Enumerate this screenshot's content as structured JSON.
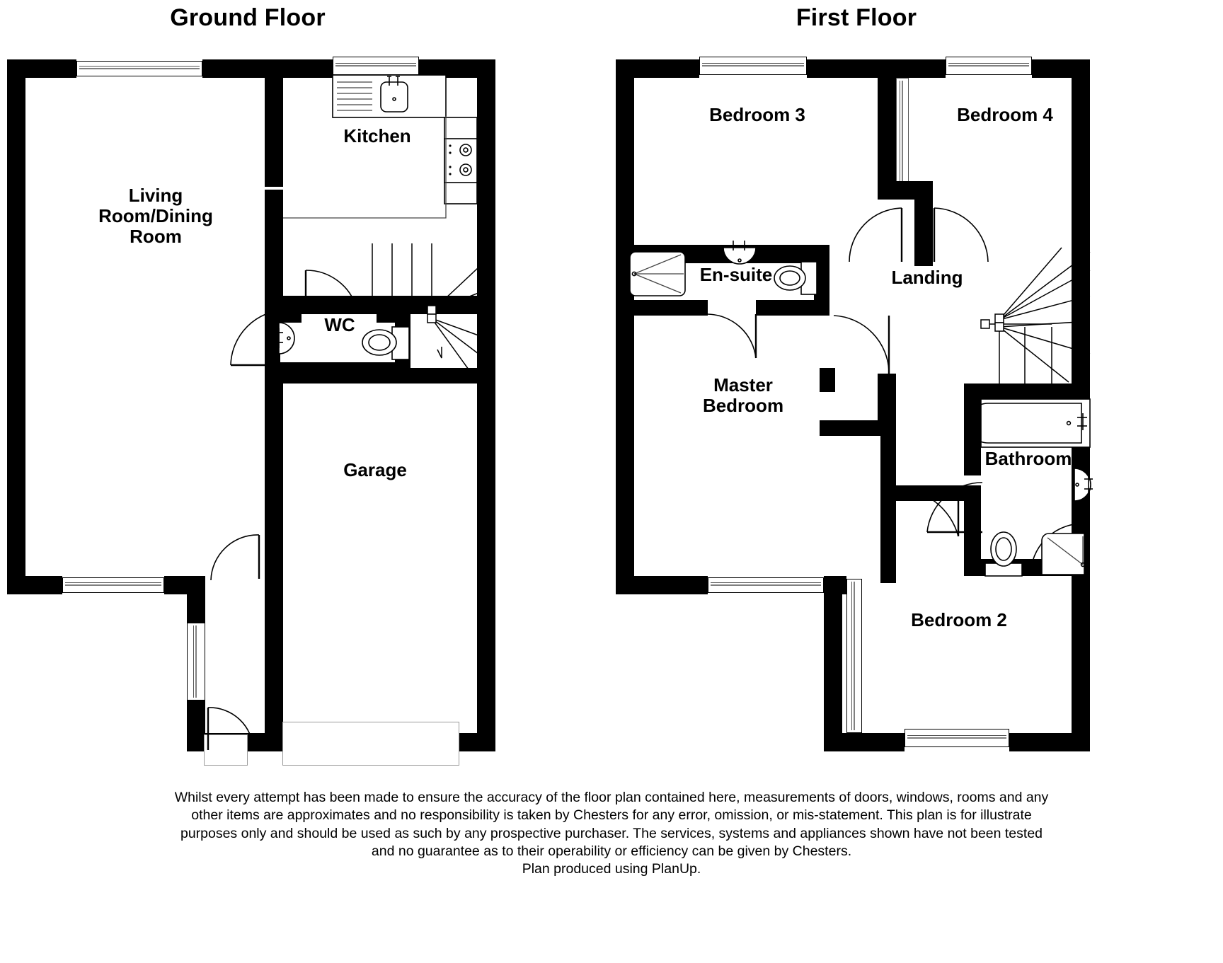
{
  "plan": {
    "ground_floor_title": "Ground Floor",
    "first_floor_title": "First Floor"
  },
  "ground_floor": {
    "rooms": [
      {
        "key": "living",
        "label": "Living\nRoom/Dining\nRoom"
      },
      {
        "key": "kitchen",
        "label": "Kitchen"
      },
      {
        "key": "wc",
        "label": "WC"
      },
      {
        "key": "garage",
        "label": "Garage"
      }
    ],
    "fixtures": [
      {
        "key": "kitchen-sink",
        "name": "sink-icon"
      },
      {
        "key": "kitchen-drainer",
        "name": "drainer-icon"
      },
      {
        "key": "kitchen-hob",
        "name": "hob-icon"
      },
      {
        "key": "wc-basin",
        "name": "washbasin-icon"
      },
      {
        "key": "wc-toilet",
        "name": "toilet-icon"
      },
      {
        "key": "ground-stairs",
        "name": "staircase-icon"
      }
    ]
  },
  "first_floor": {
    "rooms": [
      {
        "key": "bedroom3",
        "label": "Bedroom 3"
      },
      {
        "key": "bedroom4",
        "label": "Bedroom 4"
      },
      {
        "key": "ensuite",
        "label": "En-suite"
      },
      {
        "key": "landing",
        "label": "Landing"
      },
      {
        "key": "master",
        "label": "Master\nBedroom"
      },
      {
        "key": "bathroom",
        "label": "Bathroom"
      },
      {
        "key": "bedroom2",
        "label": "Bedroom 2"
      }
    ],
    "fixtures": [
      {
        "key": "ensuite-shower",
        "name": "shower-tray-icon"
      },
      {
        "key": "ensuite-basin",
        "name": "washbasin-icon"
      },
      {
        "key": "ensuite-toilet",
        "name": "toilet-icon"
      },
      {
        "key": "bathroom-bath",
        "name": "bathtub-icon"
      },
      {
        "key": "bathroom-basin",
        "name": "washbasin-icon"
      },
      {
        "key": "bathroom-toilet",
        "name": "toilet-icon"
      },
      {
        "key": "bathroom-shower",
        "name": "corner-shower-icon"
      },
      {
        "key": "first-stairs",
        "name": "staircase-icon"
      }
    ]
  },
  "disclaimer": {
    "line1": "Whilst every attempt has been made to ensure the accuracy of the floor plan contained here, measurements of doors, windows, rooms and any",
    "line2": "other items are approximates and no responsibility is taken by Chesters for any error, omission, or mis-statement. This plan is for illustrate",
    "line3": "purposes only and should be used as such by any prospective purchaser. The services, systems and appliances shown have not been tested",
    "line4": "and no guarantee as to their operability or efficiency can be given by Chesters.",
    "line5": "Plan produced using PlanUp."
  }
}
